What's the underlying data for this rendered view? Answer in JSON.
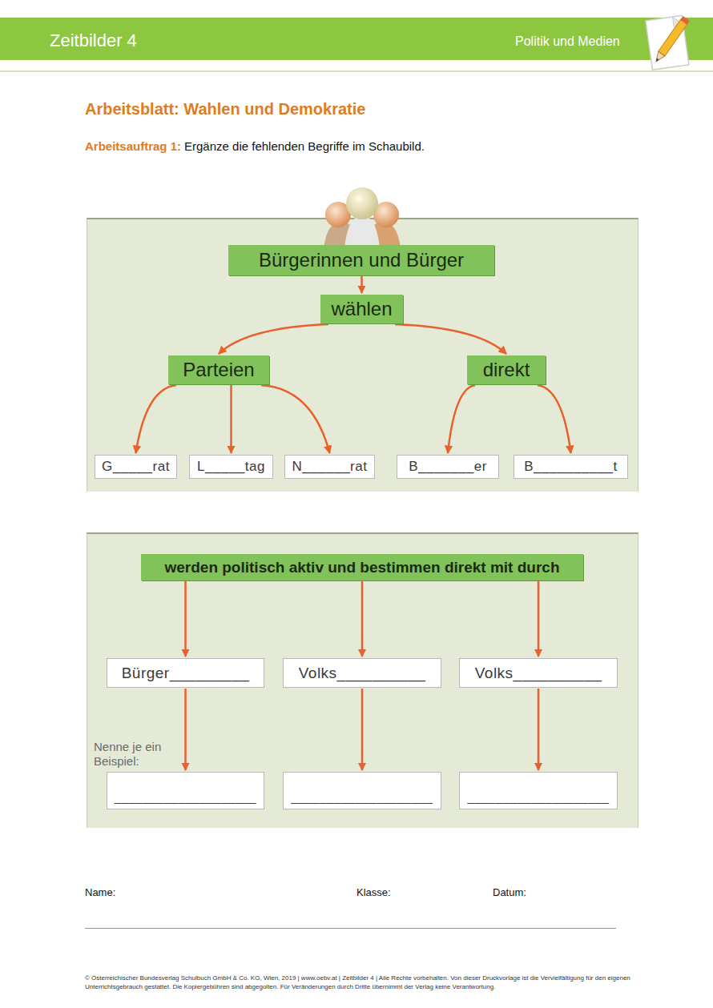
{
  "diagram": {
    "title": "Arbeitsblatt: Wahlen und Demokratie",
    "nodes": [
      {
        "text": [
          "Bürgerinnen und Bürger"
        ]
      },
      {
        "text": [
          "wählen"
        ]
      },
      {
        "text": [
          "Parteien"
        ]
      },
      {
        "text": [
          "direkt"
        ]
      },
      {
        "text": [
          "G_____rat"
        ]
      },
      {
        "text": [
          "L_____tag"
        ]
      },
      {
        "text": [
          "N______rat"
        ]
      },
      {
        "text": [
          "B_______er"
        ]
      },
      {
        "text": [
          "B__________t"
        ]
      },
      {
        "text": [
          "werden politisch aktiv und bestimmen direkt mit durch"
        ]
      },
      {
        "text": [
          "Bürger_________"
        ]
      },
      {
        "text": [
          "Volks__________"
        ]
      },
      {
        "text": [
          "Volks__________"
        ]
      },
      {
        "text": [
          "____________________"
        ]
      },
      {
        "text": [
          "____________________"
        ]
      },
      {
        "text": [
          "____________________"
        ]
      }
    ],
    "edges": [
      {
        "from": 0,
        "to": 1,
        "arrow": "to"
      },
      {
        "from": 1,
        "to": 2,
        "arrow": "to"
      },
      {
        "from": 1,
        "to": 3,
        "arrow": "to"
      },
      {
        "from": 2,
        "to": 4,
        "arrow": "to"
      },
      {
        "from": 2,
        "to": 5,
        "arrow": "to"
      },
      {
        "from": 2,
        "to": 6,
        "arrow": "to"
      },
      {
        "from": 3,
        "to": 7,
        "arrow": "to"
      },
      {
        "from": 3,
        "to": 8,
        "arrow": "to"
      },
      {
        "from": 9,
        "to": 10,
        "arrow": "to"
      },
      {
        "from": 9,
        "to": 11,
        "arrow": "to"
      },
      {
        "from": 9,
        "to": 12,
        "arrow": "to"
      },
      {
        "from": 10,
        "to": 13,
        "arrow": "to"
      },
      {
        "from": 11,
        "to": 14,
        "arrow": "to"
      },
      {
        "from": 12,
        "to": 15,
        "arrow": "to"
      }
    ],
    "labels": [
      "Zeitbilder 4",
      "Politik und Medien",
      "Arbeitsauftrag 1:",
      "Ergänze die fehlenden Begriffe im Schaubild.",
      "Nenne je ein Beispiel:",
      "Name:",
      "Klasse:",
      "Datum:",
      "© Österreichischer Bundesverlag Schulbuch GmbH & Co. KG, Wien, 2019 | www.oebv.at | Zeitbilder 4 | Alle Rechte vorbehalten. Von dieser Druckvorlage ist die Vervielfältigung für den eigenen Unterrichtsgebrauch gestattet. Die Kopiergebühren sind abgegolten. Für Veränderungen durch Dritte übernimmt der Verlag keine Verantwortung."
    ]
  }
}
